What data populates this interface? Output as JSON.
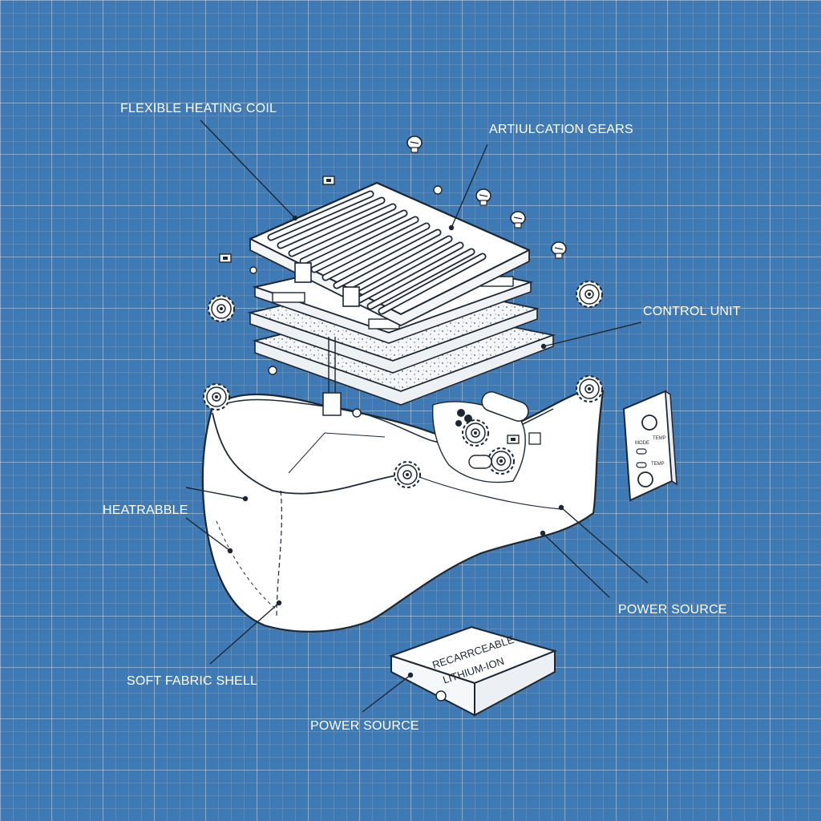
{
  "diagram": {
    "callouts": {
      "heating_coil": "FLEXIBLE HEATING COIL",
      "gears": "ARTIULCATION GEARS",
      "control_unit": "CONTROL UNIT",
      "heatrabble": "HEATRABBLE",
      "power_source_right": "POWER SOURCE",
      "fabric_shell": "SOFT FABRIC SHELL",
      "power_source_bottom": "POWER SOURCE"
    },
    "battery_label": {
      "line1": "RECARRCEABLE",
      "line2": "LITHIUM-ION"
    },
    "remote_labels": {
      "left": "MODE",
      "right_top": "TEMP",
      "right_bottom": "TEMP"
    },
    "colors": {
      "background": "#3f7ab4",
      "ink": "#1c2733",
      "paper": "#ffffff",
      "label": "#ffffff"
    }
  }
}
